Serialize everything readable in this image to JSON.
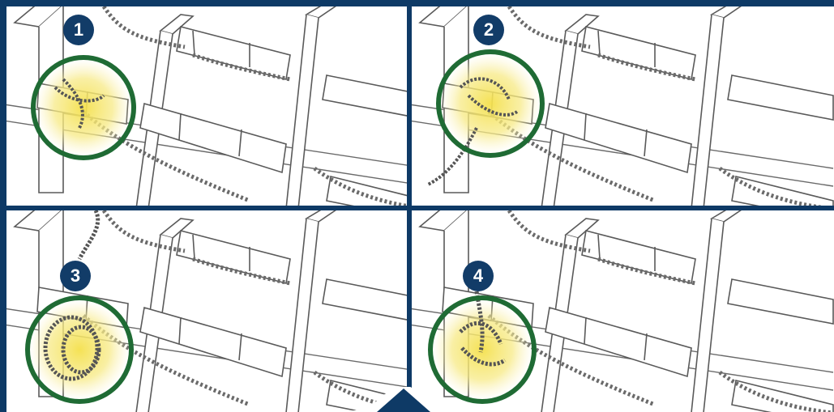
{
  "steps": [
    {
      "label": "1"
    },
    {
      "label": "2"
    },
    {
      "label": "3"
    },
    {
      "label": "4"
    }
  ],
  "colors": {
    "background": "#0e3a66",
    "badge": "#123c68",
    "highlight_ring": "#1f6b34",
    "highlight_glow": "#f5e36a",
    "line_art": "#5a5a5a"
  },
  "icons": [
    "rope-ladder-illustration",
    "step-number-badge",
    "highlight-circle",
    "scroll-notch"
  ]
}
